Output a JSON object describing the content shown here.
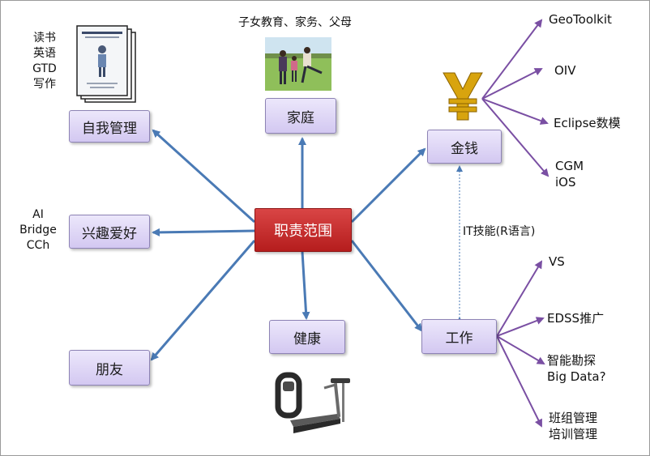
{
  "center": "职责范围",
  "nodes": {
    "self": "自我管理",
    "hobby": "兴趣爱好",
    "friends": "朋友",
    "family": "家庭",
    "health": "健康",
    "money": "金钱",
    "work": "工作"
  },
  "notes": {
    "self": [
      "读书",
      "英语",
      "GTD",
      "写作"
    ],
    "hobby": [
      "AI",
      "Bridge",
      "CCh"
    ],
    "family": "子女教育、家务、父母",
    "link": "IT技能(R语言)"
  },
  "money_items": [
    "GeoToolkit",
    "OIV",
    "Eclipse数模",
    "CGM",
    "iOS"
  ],
  "work_items": [
    "VS",
    "EDSS推广",
    "智能勘探",
    "Big Data?",
    "班组管理",
    "培训管理"
  ],
  "colors": {
    "arrow": "#4a7ab5",
    "branch": "#7a4fa3",
    "center": "#c0292a"
  }
}
